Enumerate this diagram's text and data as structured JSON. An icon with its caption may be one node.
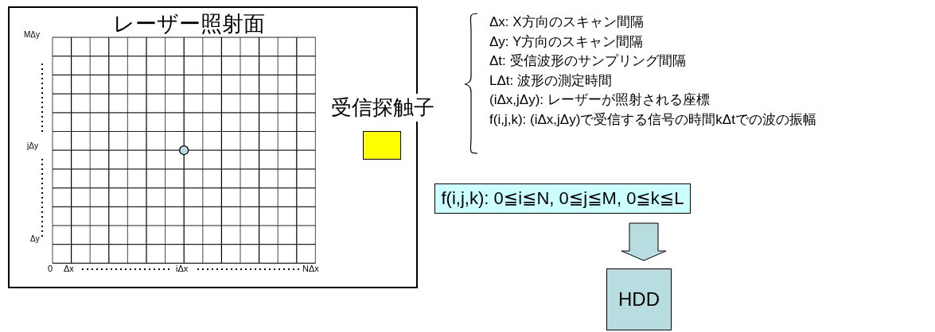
{
  "diagram": {
    "nodes": [
      {
        "text": [
          "レーザー照射面"
        ]
      },
      {
        "text": [
          "受信探触子"
        ],
        "in": 0
      },
      {
        "text": [
          "f(i,j,k): 0≦i≦N, 0≦j≦M, 0≦k≦L"
        ]
      },
      {
        "text": [
          "HDD"
        ]
      }
    ],
    "edges": [
      {
        "from": 2,
        "to": 3,
        "arrow": "to"
      }
    ],
    "labels": [
      "MΔy",
      "jΔy",
      "Δy",
      "0",
      "Δx",
      "iΔx",
      "NΔx",
      "Δx: X方向のスキャン間隔",
      "Δy: Y方向のスキャン間隔",
      "Δt: 受信波形のサンプリング間隔",
      "LΔt: 波形の測定時間",
      "(iΔx,jΔy): レーザーが照射される座標",
      "f(i,j,k): (iΔx,jΔy)で受信する信号の時間kΔtでの波の振幅"
    ]
  }
}
